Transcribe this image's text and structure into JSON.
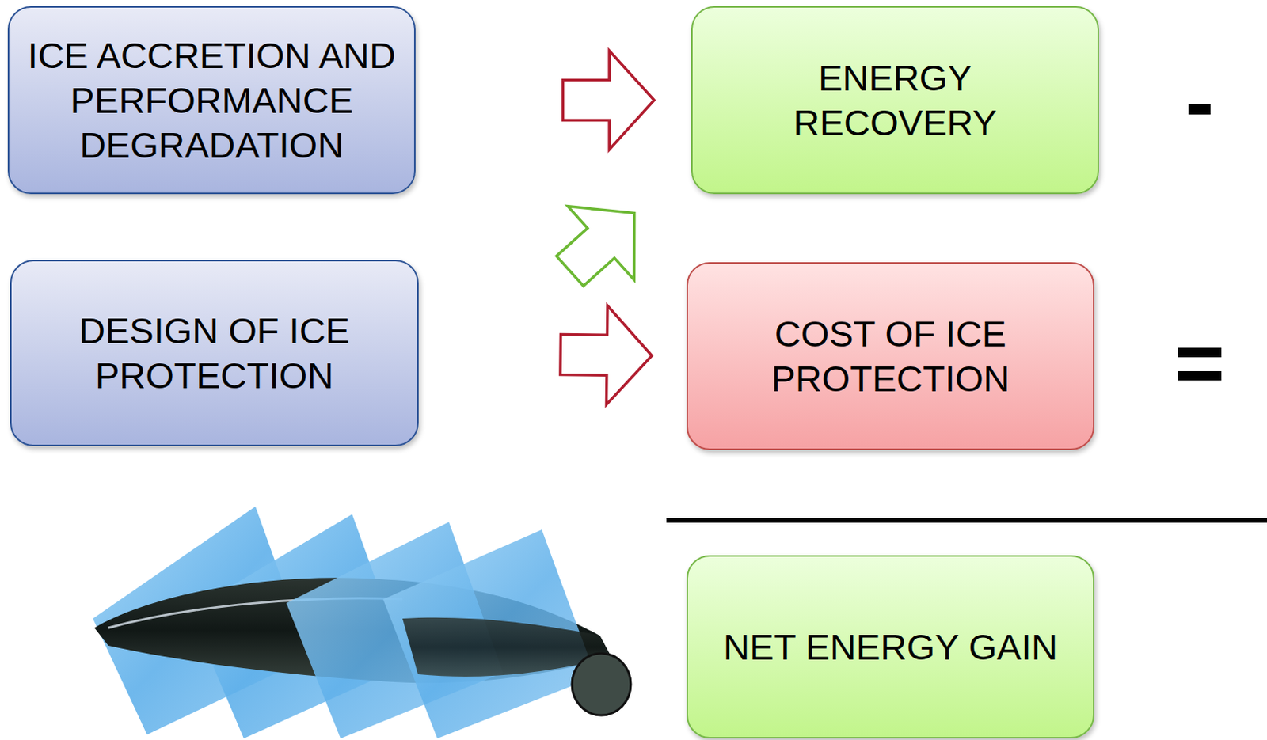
{
  "diagram": {
    "nodes": [
      {
        "text": [
          "ICE ACCRETION AND PERFORMANCE DEGRADATION"
        ]
      },
      {
        "text": [
          "DESIGN OF ICE PROTECTION"
        ]
      },
      {
        "text": [
          "ENERGY RECOVERY"
        ]
      },
      {
        "text": [
          "COST OF ICE PROTECTION"
        ]
      },
      {
        "text": [
          "NET ENERGY GAIN"
        ]
      }
    ],
    "edges": [
      {
        "from": 0,
        "to": 2,
        "arrow": "to"
      },
      {
        "from": 1,
        "to": 2,
        "arrow": "to"
      },
      {
        "from": 1,
        "to": 3,
        "arrow": "to"
      }
    ],
    "labels": [
      "-",
      "="
    ]
  }
}
